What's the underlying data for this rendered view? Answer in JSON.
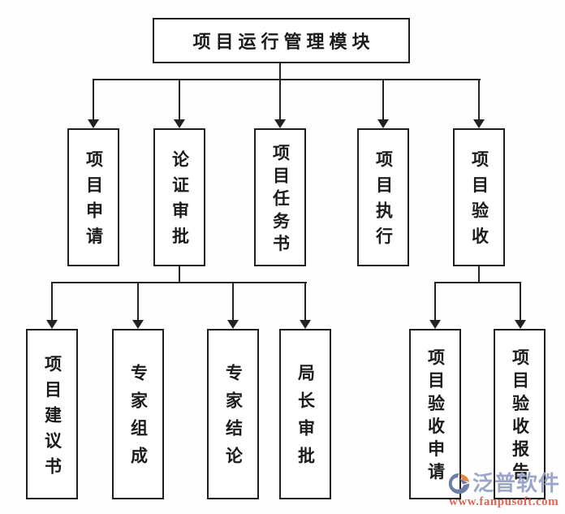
{
  "diagram": {
    "type": "flowchart-tree",
    "root": {
      "label": "项目运行管理模块",
      "children": [
        {
          "label": "项目申请",
          "children": []
        },
        {
          "label": "论证审批",
          "children": [
            {
              "label": "项目建议书"
            },
            {
              "label": "专家组成"
            },
            {
              "label": "专家结论"
            },
            {
              "label": "局长审批"
            }
          ]
        },
        {
          "label": "项目任务书",
          "children": []
        },
        {
          "label": "项目执行",
          "children": []
        },
        {
          "label": "项目验收",
          "children": [
            {
              "label": "项目验收申请"
            },
            {
              "label": "项目验收报告"
            }
          ]
        }
      ]
    }
  },
  "watermark": {
    "brand": "泛普软件",
    "url": "www.fanpusoft.com",
    "brand_color": "#97a2c6",
    "url_color": "#dd5c4e",
    "logo_blue": "#6d7ea6",
    "logo_orange": "#e8883c"
  },
  "colors": {
    "line": "#222222",
    "box_border": "#1f1f1f",
    "background": "#ffffff",
    "text": "#1b1b1b"
  }
}
